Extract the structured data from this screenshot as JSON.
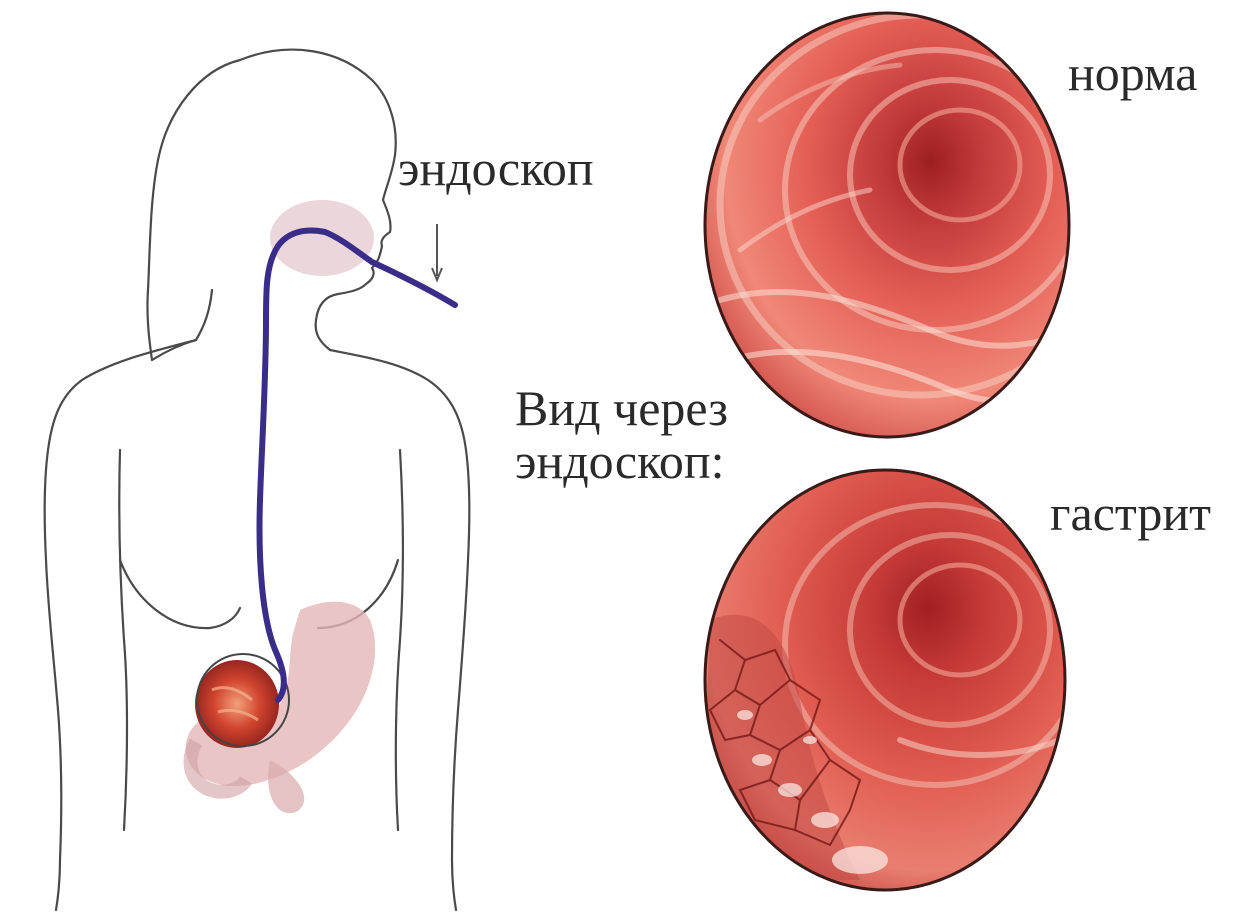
{
  "labels": {
    "endoscope": "эндоскоп",
    "view_line1": "Вид через",
    "view_line2": "эндоскоп:",
    "normal": "норма",
    "gastritis": "гастрит"
  },
  "colors": {
    "outline": "#4a4a4a",
    "endoscope_tube": "#3a2d8a",
    "mucosa_base": "#e8635a",
    "mucosa_dark": "#b0302c",
    "mucosa_light": "#f6c2b6",
    "stomach_tint": "#e3b6b8",
    "text": "#2a2a2a"
  },
  "icons": [
    "human-torso-outline",
    "endoscope-tube",
    "stomach",
    "endoscopic-view-normal",
    "endoscopic-view-gastritis"
  ]
}
